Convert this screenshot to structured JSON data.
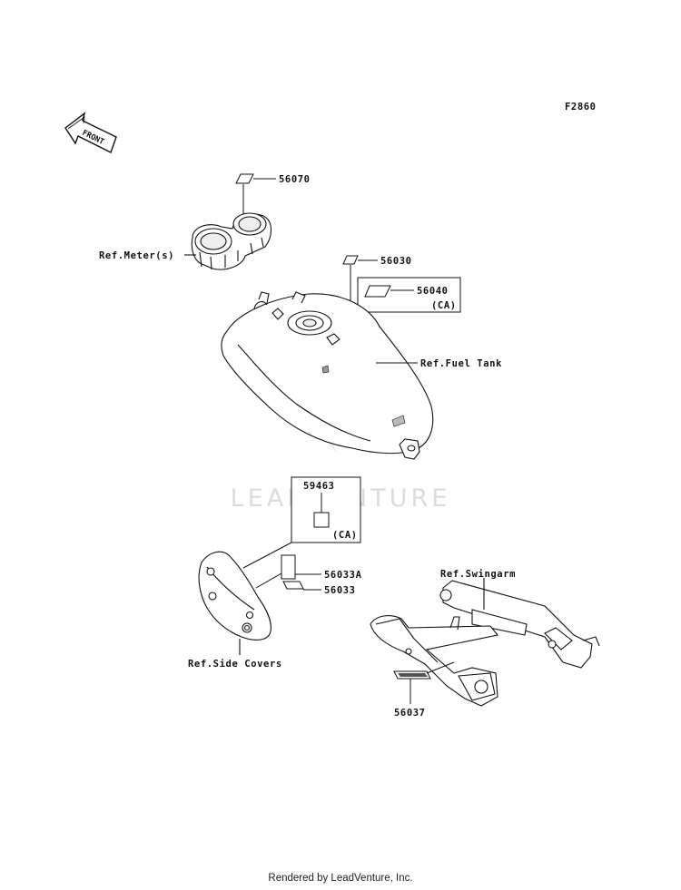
{
  "figure_code": "F2860",
  "front_arrow": "FRONT",
  "watermark": "LEADVENTURE",
  "labels": {
    "p56070": "56070",
    "ref_meter": "Ref.Meter(s)",
    "p56030": "56030",
    "p56040": "56040",
    "ca1": "(CA)",
    "ref_fuel_tank": "Ref.Fuel Tank",
    "p59463": "59463",
    "ca2": "(CA)",
    "p56033a": "56033A",
    "p56033": "56033",
    "ref_swingarm": "Ref.Swingarm",
    "ref_side_covers": "Ref.Side Covers",
    "p56037": "56037"
  },
  "footer": "Rendered by LeadVenture, Inc.",
  "icons": [
    "front-arrow-icon",
    "leadventure-logo-icon"
  ]
}
